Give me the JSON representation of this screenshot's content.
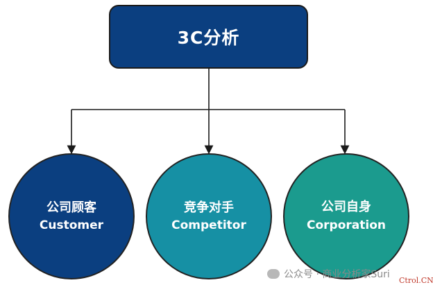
{
  "root": {
    "label": "3C分析"
  },
  "nodes": [
    {
      "title": "公司顾客",
      "subtitle": "Customer"
    },
    {
      "title": "竞争对手",
      "subtitle": "Competitor"
    },
    {
      "title": "公司自身",
      "subtitle": "Corporation"
    }
  ],
  "watermark": {
    "text": "公众号 · 商业分析家Suri"
  },
  "brand": {
    "text": "Ctrol.CN"
  },
  "colors": {
    "root_fill": "#0b3f80",
    "customer_fill": "#0b3f80",
    "competitor_fill": "#1690a4",
    "corporation_fill": "#1b9b8e",
    "connector": "#1a1a1a"
  }
}
